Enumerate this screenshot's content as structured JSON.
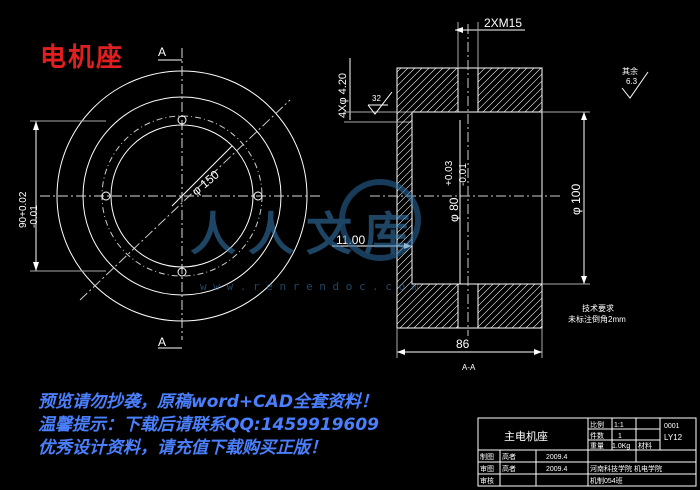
{
  "title": "电机座",
  "left_view": {
    "dia_label": "φ 150",
    "section_mark": "A",
    "height_tol": "90+0.02\n-0.01"
  },
  "right_view": {
    "thread_label": "2XM15",
    "hole_label": "4Xφ 4.20",
    "roughness_32": "32",
    "bore_label": "φ 80",
    "bore_tol_upper": "+0.03",
    "bore_tol_lower": "-0.01",
    "outer_dia_label": "φ 100",
    "depth_label": "11.00",
    "width_label": "86",
    "section_label": "A-A",
    "roughness_other": "其余",
    "roughness_63": "6.3"
  },
  "tech_req": {
    "heading": "技术要求",
    "line1": "未标注倒角2mm"
  },
  "watermark": {
    "logo_text": "人人文库",
    "url": "w w w . r e n r e n d o c . c o m"
  },
  "notice": {
    "line1": "预览请勿抄袭，原稿word+CAD全套资料！",
    "line2": "温馨提示：下载后请联系QQ:1459919609",
    "line3": "优秀设计资料，请充值下载购买正版！"
  },
  "title_block": {
    "part_name": "主电机座",
    "scale_label": "比例",
    "scale_value": "1:1",
    "count_label": "件数",
    "count_value": "1",
    "weight_label": "重量",
    "weight_value": "1.0Kg",
    "material_label": "材料",
    "material_value": "LY12",
    "drawing_no": "0001",
    "drawn_label": "制图",
    "drawn_name": "高者",
    "drawn_date": "2009.4",
    "check_label": "审图",
    "check_name": "高者",
    "check_date": "2009.4",
    "approve_label": "审核",
    "school": "河南科技学院 机电学院",
    "class_name": "机制054班"
  }
}
